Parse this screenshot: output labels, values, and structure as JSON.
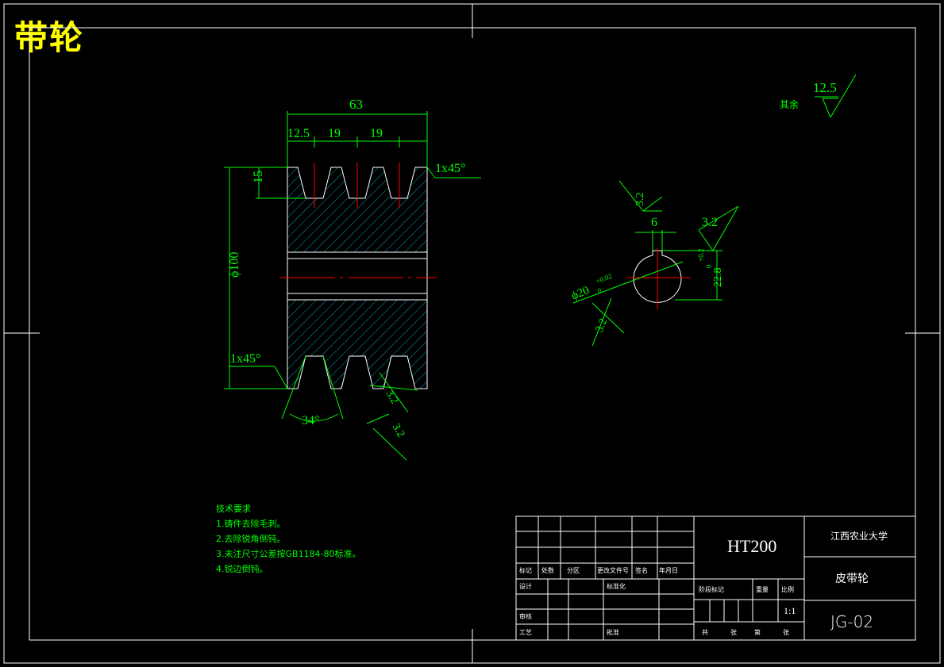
{
  "drawing_title": "带轮",
  "surface_roughness": {
    "default_label": "其余",
    "default_value": "12.5",
    "keyway_side": "3.2",
    "keyway_top": "3.2",
    "bore": "3.2",
    "groove_1": "3.2",
    "groove_2": "3.2"
  },
  "dimensions": {
    "overall_width": "63",
    "first_groove_offset": "12.5",
    "groove_pitch_1": "19",
    "groove_pitch_2": "19",
    "groove_depth": "15",
    "outer_diameter": "ϕ100",
    "chamfer_top": "1x45°",
    "chamfer_bottom": "1x45°",
    "groove_angle": "34°",
    "keyway_width": "6",
    "keyway_depth": "22.8",
    "keyway_depth_tol_upper": "+0.2",
    "keyway_depth_tol_lower": "0",
    "bore_diameter": "ϕ20",
    "bore_tol_upper": "+0.02",
    "bore_tol_lower": "0"
  },
  "technical_requirements": {
    "heading": "技术要求",
    "items": [
      "1.铸件去除毛刺。",
      "2.去除锐角倒钝。",
      "3.未注尺寸公差按GB1184-80标准。",
      "4.锐边倒钝。"
    ]
  },
  "title_block": {
    "material": "HT200",
    "school": "江西农业大学",
    "part_name": "皮带轮",
    "drawing_number": "JG-02",
    "scale": "1:1",
    "row_labels": [
      "标记",
      "处数",
      "分区",
      "更改文件号",
      "签名",
      "年月日"
    ],
    "design_label": "设计",
    "standardize_label": "标准化",
    "review_label": "审核",
    "process_label": "工艺",
    "approve_label": "批准",
    "stage_label": "阶段标记",
    "weight_label": "重量",
    "scale_label": "比例",
    "sheet_info": [
      "共",
      "张",
      "第",
      "张"
    ]
  }
}
